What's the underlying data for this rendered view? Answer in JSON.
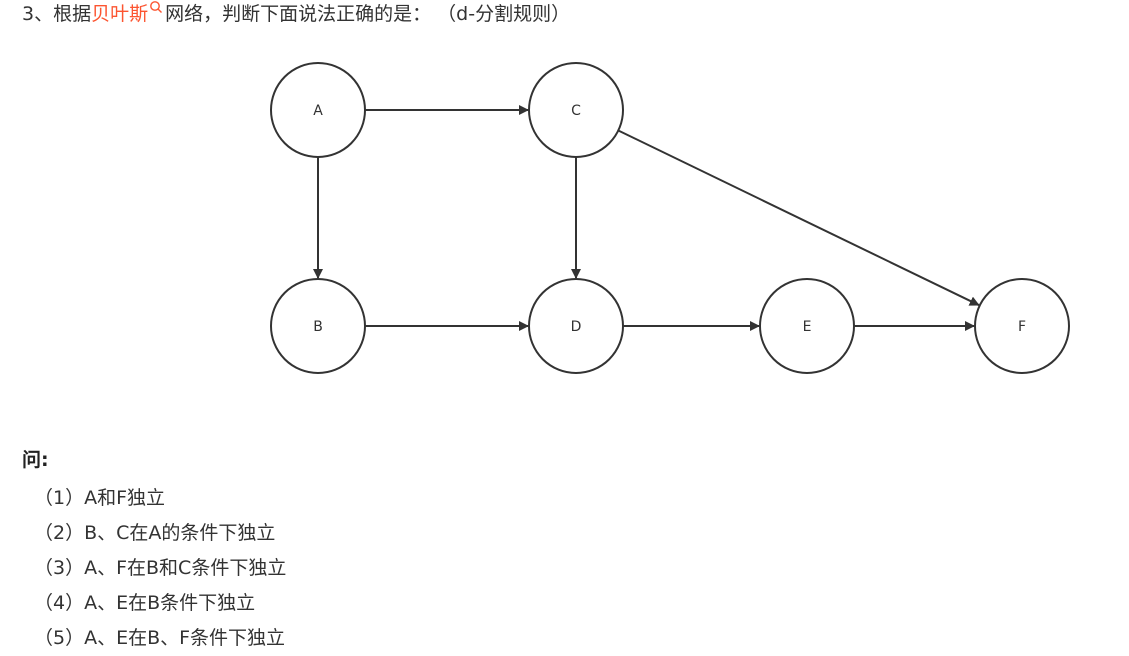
{
  "question": {
    "prefix": "3、根据",
    "link_text": "贝叶斯",
    "suffix": "网络，判断下面说法正确的是： （d-分割规则）"
  },
  "graph": {
    "nodes": [
      {
        "id": "A",
        "label": "A"
      },
      {
        "id": "B",
        "label": "B"
      },
      {
        "id": "C",
        "label": "C"
      },
      {
        "id": "D",
        "label": "D"
      },
      {
        "id": "E",
        "label": "E"
      },
      {
        "id": "F",
        "label": "F"
      }
    ],
    "edges": [
      {
        "from": "A",
        "to": "C"
      },
      {
        "from": "A",
        "to": "B"
      },
      {
        "from": "C",
        "to": "D"
      },
      {
        "from": "C",
        "to": "F"
      },
      {
        "from": "B",
        "to": "D"
      },
      {
        "from": "D",
        "to": "E"
      },
      {
        "from": "E",
        "to": "F"
      }
    ]
  },
  "ask": {
    "label": "问:"
  },
  "options": [
    "（1）A和F独立",
    "（2）B、C在A的条件下独立",
    "（3）A、F在B和C条件下独立",
    "（4）A、E在B条件下独立",
    "（5）A、E在B、F条件下独立"
  ],
  "colors": {
    "link": "#fc5531",
    "text": "#333333",
    "stroke": "#333333"
  },
  "icons": {
    "link_icon": "search-icon"
  }
}
